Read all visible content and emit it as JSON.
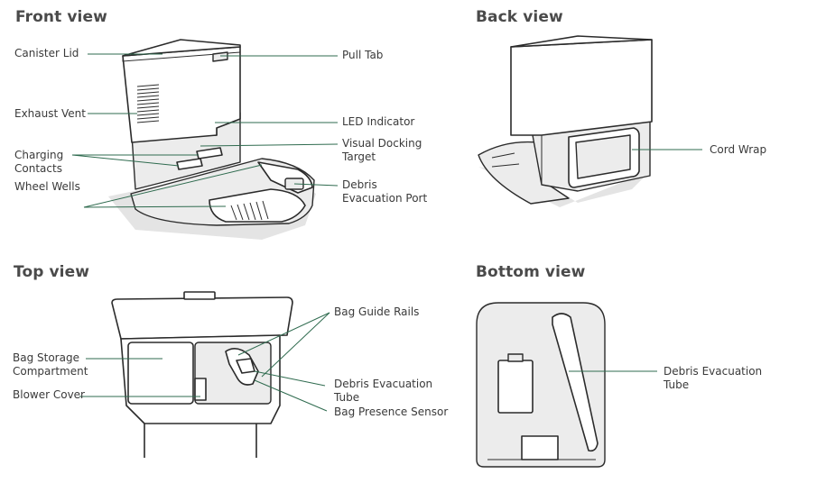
{
  "views": {
    "front": {
      "title": "Front view",
      "labels": {
        "canister_lid": "Canister Lid",
        "exhaust_vent": "Exhaust Vent",
        "charging_contacts": "Charging\nContacts",
        "wheel_wells": "Wheel Wells",
        "pull_tab": "Pull Tab",
        "led_indicator": "LED Indicator",
        "visual_docking_target": "Visual Docking\nTarget",
        "debris_evacuation_port": "Debris\nEvacuation Port"
      }
    },
    "back": {
      "title": "Back view",
      "labels": {
        "cord_wrap": "Cord Wrap"
      }
    },
    "top": {
      "title": "Top view",
      "labels": {
        "bag_storage_compartment": "Bag Storage\nCompartment",
        "blower_cover": "Blower Cover",
        "bag_guide_rails": "Bag Guide Rails",
        "debris_evacuation_tube": "Debris Evacuation\nTube",
        "bag_presence_sensor": "Bag Presence Sensor"
      }
    },
    "bottom": {
      "title": "Bottom view",
      "labels": {
        "debris_evacuation_tube": "Debris Evacuation\nTube"
      }
    }
  },
  "colors": {
    "leader_line": "#2f6b4f",
    "outline": "#2b2b2b",
    "fill_gray": "#ececec",
    "text": "#3a3a3a"
  }
}
